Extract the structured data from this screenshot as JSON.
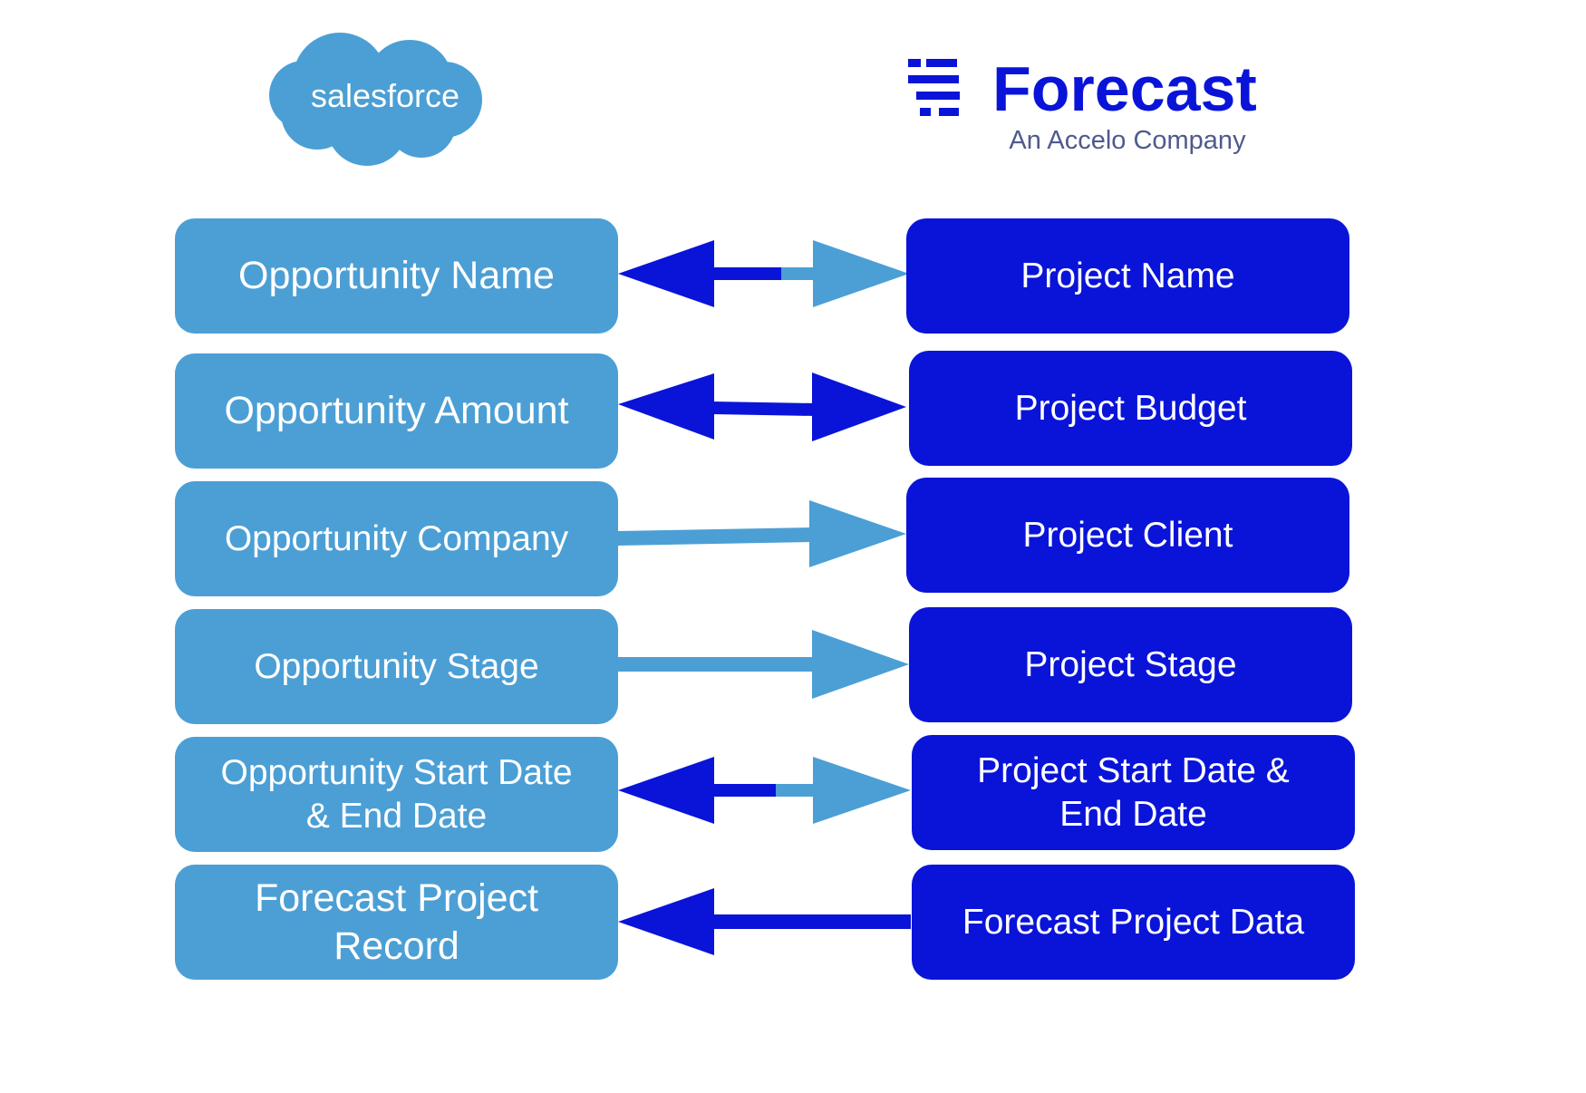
{
  "logos": {
    "salesforce": {
      "text": "salesforce",
      "color": "#4b9fd5"
    },
    "forecast": {
      "name": "Forecast",
      "tagline": "An Accelo Company",
      "color": "#0a14d8",
      "tagline_color": "#4f5a8c"
    }
  },
  "colors": {
    "salesforce_blue": "#4b9fd5",
    "forecast_blue": "#0a14d8"
  },
  "rows": [
    {
      "left": "Opportunity Name",
      "right": "Project Name",
      "direction": "both-split"
    },
    {
      "left": "Opportunity Amount",
      "right": "Project Budget",
      "direction": "both"
    },
    {
      "left": "Opportunity Company",
      "right": "Project Client",
      "direction": "to-right"
    },
    {
      "left": "Opportunity Stage",
      "right": "Project Stage",
      "direction": "to-right"
    },
    {
      "left": "Opportunity Start Date\n& End Date",
      "right": "Project Start Date &\nEnd Date",
      "direction": "both-split"
    },
    {
      "left": "Forecast Project\nRecord",
      "right": "Forecast Project Data",
      "direction": "to-left"
    }
  ]
}
